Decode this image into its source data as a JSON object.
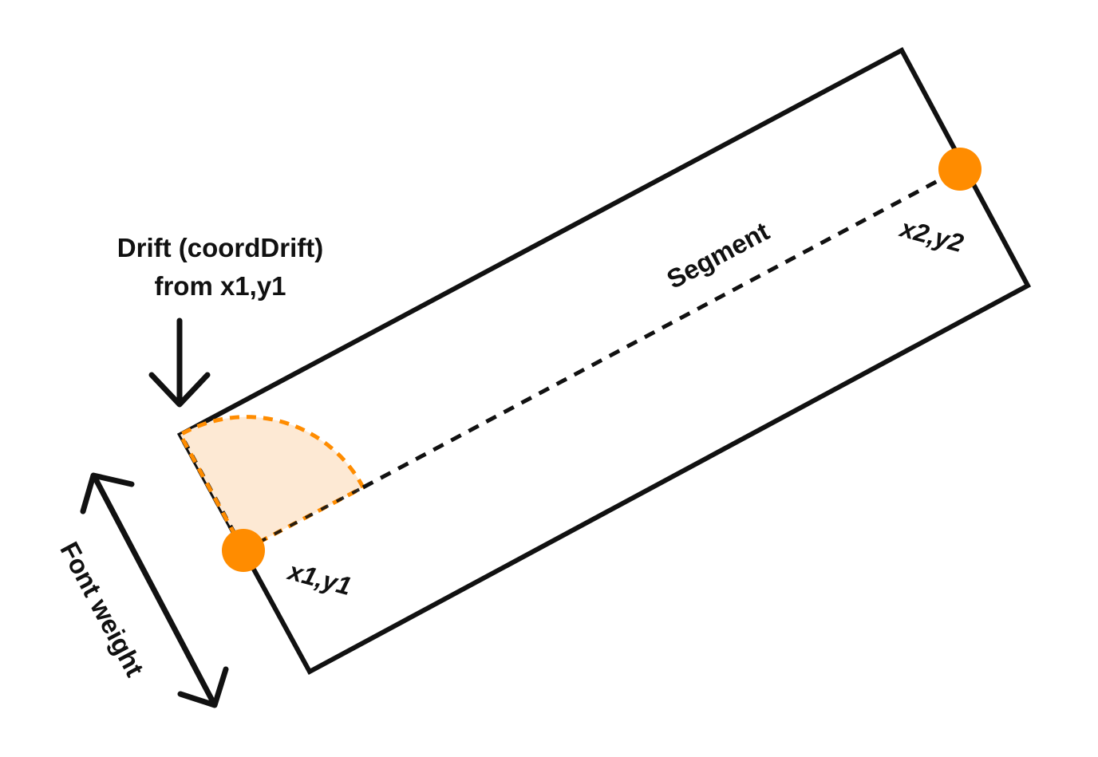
{
  "diagram": {
    "title_label_line1": "Drift (coordDrift)",
    "title_label_line2": "from x1,y1",
    "segment_label": "Segment",
    "point1_label": "x1,y1",
    "point2_label": "x2,y2",
    "font_weight_label": "Font weight",
    "colors": {
      "stroke": "#111111",
      "accent": "#FF8C00",
      "wedge_fill": "#FDE9D4",
      "background": "#FFFFFF"
    },
    "icons": {
      "drift_arrow": "arrow-down-icon",
      "font_weight_arrow": "double-arrow-icon"
    }
  }
}
